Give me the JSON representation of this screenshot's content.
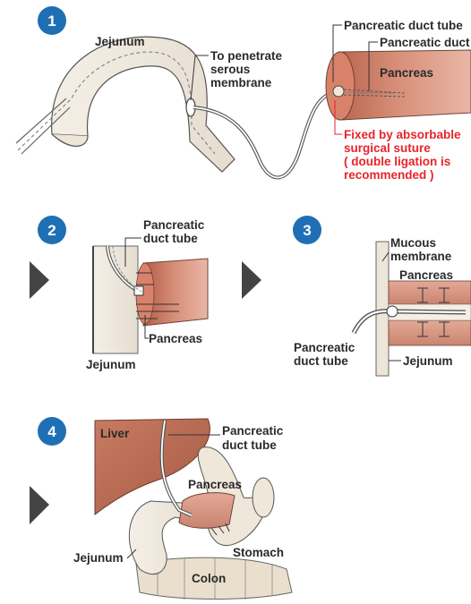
{
  "colors": {
    "badge": "#1f6fb4",
    "pancreas": "#c97a63",
    "liver": "#b5674f",
    "suture_note": "#e8242a",
    "arrow": "#444444"
  },
  "panel1": {
    "step": "1",
    "labels": {
      "jejunum": "Jejunum",
      "penetrate": [
        "To penetrate",
        "serous",
        "membrane"
      ],
      "duct_tube": "Pancreatic duct tube",
      "duct": "Pancreatic duct",
      "pancreas": "Pancreas",
      "fixed": [
        "Fixed by absorbable",
        "surgical suture",
        "( double ligation is",
        "recommended )"
      ]
    }
  },
  "panel2": {
    "step": "2",
    "labels": {
      "duct_tube": [
        "Pancreatic",
        "duct tube"
      ],
      "pancreas": "Pancreas",
      "jejunum": "Jejunum"
    }
  },
  "panel3": {
    "step": "3",
    "labels": {
      "mucous": [
        "Mucous",
        "membrane"
      ],
      "pancreas": "Pancreas",
      "duct_tube": [
        "Pancreatic",
        "duct tube"
      ],
      "jejunum": "Jejunum"
    }
  },
  "panel4": {
    "step": "4",
    "labels": {
      "liver": "Liver",
      "duct_tube": [
        "Pancreatic",
        "duct tube"
      ],
      "pancreas": "Pancreas",
      "jejunum": "Jejunum",
      "stomach": "Stomach",
      "colon": "Colon"
    }
  }
}
